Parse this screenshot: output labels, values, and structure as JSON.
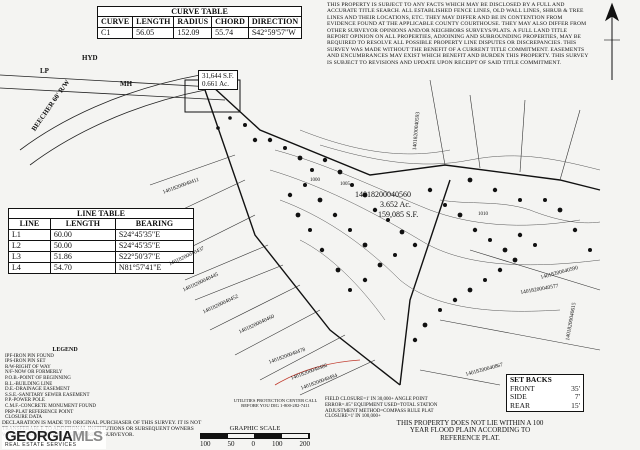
{
  "curve_table": {
    "title": "CURVE TABLE",
    "headers": [
      "CURVE",
      "LENGTH",
      "RADIUS",
      "CHORD",
      "DIRECTION"
    ],
    "rows": [
      [
        "C1",
        "56.05",
        "152.09",
        "55.74",
        "S42°59'57\"W"
      ]
    ]
  },
  "line_table": {
    "title": "LINE TABLE",
    "headers": [
      "LINE",
      "LENGTH",
      "BEARING"
    ],
    "rows": [
      [
        "L1",
        "60.00",
        "S24°45'35\"E"
      ],
      [
        "L2",
        "50.00",
        "S24°45'35\"E"
      ],
      [
        "L3",
        "51.86",
        "S22°50'37\"E"
      ],
      [
        "L4",
        "54.70",
        "N81°57'41\"E"
      ]
    ]
  },
  "notes_text": "THIS PROPERTY IS SUBJECT TO ANY FACTS WHICH MAY BE DISCLOSED BY A FULL AND ACCURATE TITLE SEARCH. ALL ESTABLISHED FENCE LINES, OLD WALL LINES, SHRUB & TREE LINES AND THEIR LOCATIONS, ETC. THEY MAY DIFFER AND BE IN CONTENTION FROM EVIDENCE FOUND AT THE APPLICABLE COUNTY COURTHOUSE. THEY MAY ALSO DIFFER FROM OTHER SURVEYOR OPINIONS AND/OR NEIGHBORS SURVEYS/PLATS. A FULL LAND TITLE REPORT OPINION ON ALL PROPERTIES, ADJOINING AND SURROUNDING PROPERTIES, MAY BE REQUIRED TO RESOLVE ALL POSSIBLE PROPERTY LINE DISPUTES OR DISCREPANCIES. THIS SURVEY WAS MADE WITHOUT THE BENEFIT OF A CURRENT TITLE COMMITMENT. EASEMENTS AND ENCUMBRANCES MAY EXIST WHICH BENEFIT AND BURDEN THIS PROPERTY. THIS SURVEY IS SUBJECT TO REVISIONS AND UPDATE UPON RECEIPT OF SAID TITLE COMMITMENT.",
  "map_labels": {
    "road": "BEECHER 60' R/W",
    "hyd": "HYD",
    "lp": "LP",
    "mh": "MH",
    "area_box_sf": "31,644 S.F.",
    "area_box_ac": "0.661 Ac.",
    "main_parcel_id": "14018200040560",
    "main_parcel_ac": "3.652 Ac.",
    "main_parcel_sf": "159,085 S.F.",
    "contour_1000": "1000",
    "contour_1005": "1005",
    "contour_1010": "1010",
    "parcels": [
      "14018200040411",
      "14018200040437",
      "14018200040445",
      "14018200040452",
      "14018200040460",
      "14018200040478",
      "14018200040486",
      "14018200040494",
      "14018200040577",
      "14018200040590",
      "14018200040593",
      "14018200040867",
      "14018200040615"
    ]
  },
  "setbacks": {
    "title": "SET BACKS",
    "rows": [
      [
        "FRONT",
        "35'"
      ],
      [
        "SIDE",
        "7'"
      ],
      [
        "REAR",
        "15'"
      ]
    ]
  },
  "scale": {
    "label": "GRAPHIC SCALE",
    "ticks": [
      "100",
      "50",
      "0",
      "100",
      "200"
    ]
  },
  "flood_note": "THIS PROPERTY DOES NOT LIE WITHIN A 100 YEAR FLOOD PLAIN ACCORDING TO REFERENCE PLAT.",
  "closure_note": "FIELD CLOSURE=1' IN 30,000+ ANGLE POINT ERROR=.05\" EQUIPMENT USED=TOTAL STATION ADJUSTMENT METHOD=COMPASS RULE PLAT CLOSURE=1' IN 100,000+",
  "utility_note": "UTILITIES PROTECTION CENTER CALL BEFORE YOU DIG 1-800-282-7411",
  "legend": {
    "title": "LEGEND",
    "items": [
      "IPF-IRON PIN FOUND",
      "IPS-IRON PIN SET",
      "R/W-RIGHT OF WAY",
      "N/F-NOW OR FORMERLY",
      "P.O.B.-POINT OF BEGINNING",
      "B.L.-BUILDING LINE",
      "D.E.-DRAINAGE EASEMENT",
      "S.S.E.-SANITARY SEWER EASEMENT",
      "P.P.-POWER POLE",
      "C.M.F.-CONCRETE MONUMENT FOUND",
      "PRP-PLAT REFERENCE POINT",
      "CLOSURE DATA"
    ]
  },
  "declaration_note": "DECLARATION IS MADE TO ORIGINAL PURCHASER OF THIS SURVEY. IT IS NOT TRANSFERABLE TO ADDITIONAL INSTITUTIONS OR SUBSEQUENT OWNERS WITHOUT AN ORIGINAL SIGNATURE OF SURVEYOR.",
  "watermark": {
    "name_main": "GEORGIA",
    "name_mls": "MLS",
    "sub": "REAL ESTATE SERVICES"
  }
}
